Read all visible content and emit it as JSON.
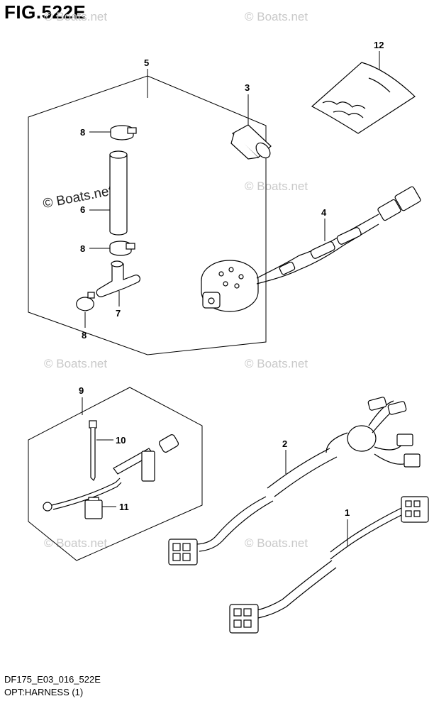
{
  "figure": {
    "title": "FIG.522E"
  },
  "footer": {
    "code": "DF175_E03_016_522E",
    "caption": "OPT:HARNESS (1)"
  },
  "watermark": {
    "text": "© Boats.net",
    "color": "#c9c9c9"
  },
  "callouts": {
    "p1": "1",
    "p2": "2",
    "p3": "3",
    "p4": "4",
    "p5": "5",
    "p6": "6",
    "p7": "7",
    "p8a": "8",
    "p8b": "8",
    "p8c": "8",
    "p9": "9",
    "p10": "10",
    "p11": "11",
    "p12": "12"
  }
}
